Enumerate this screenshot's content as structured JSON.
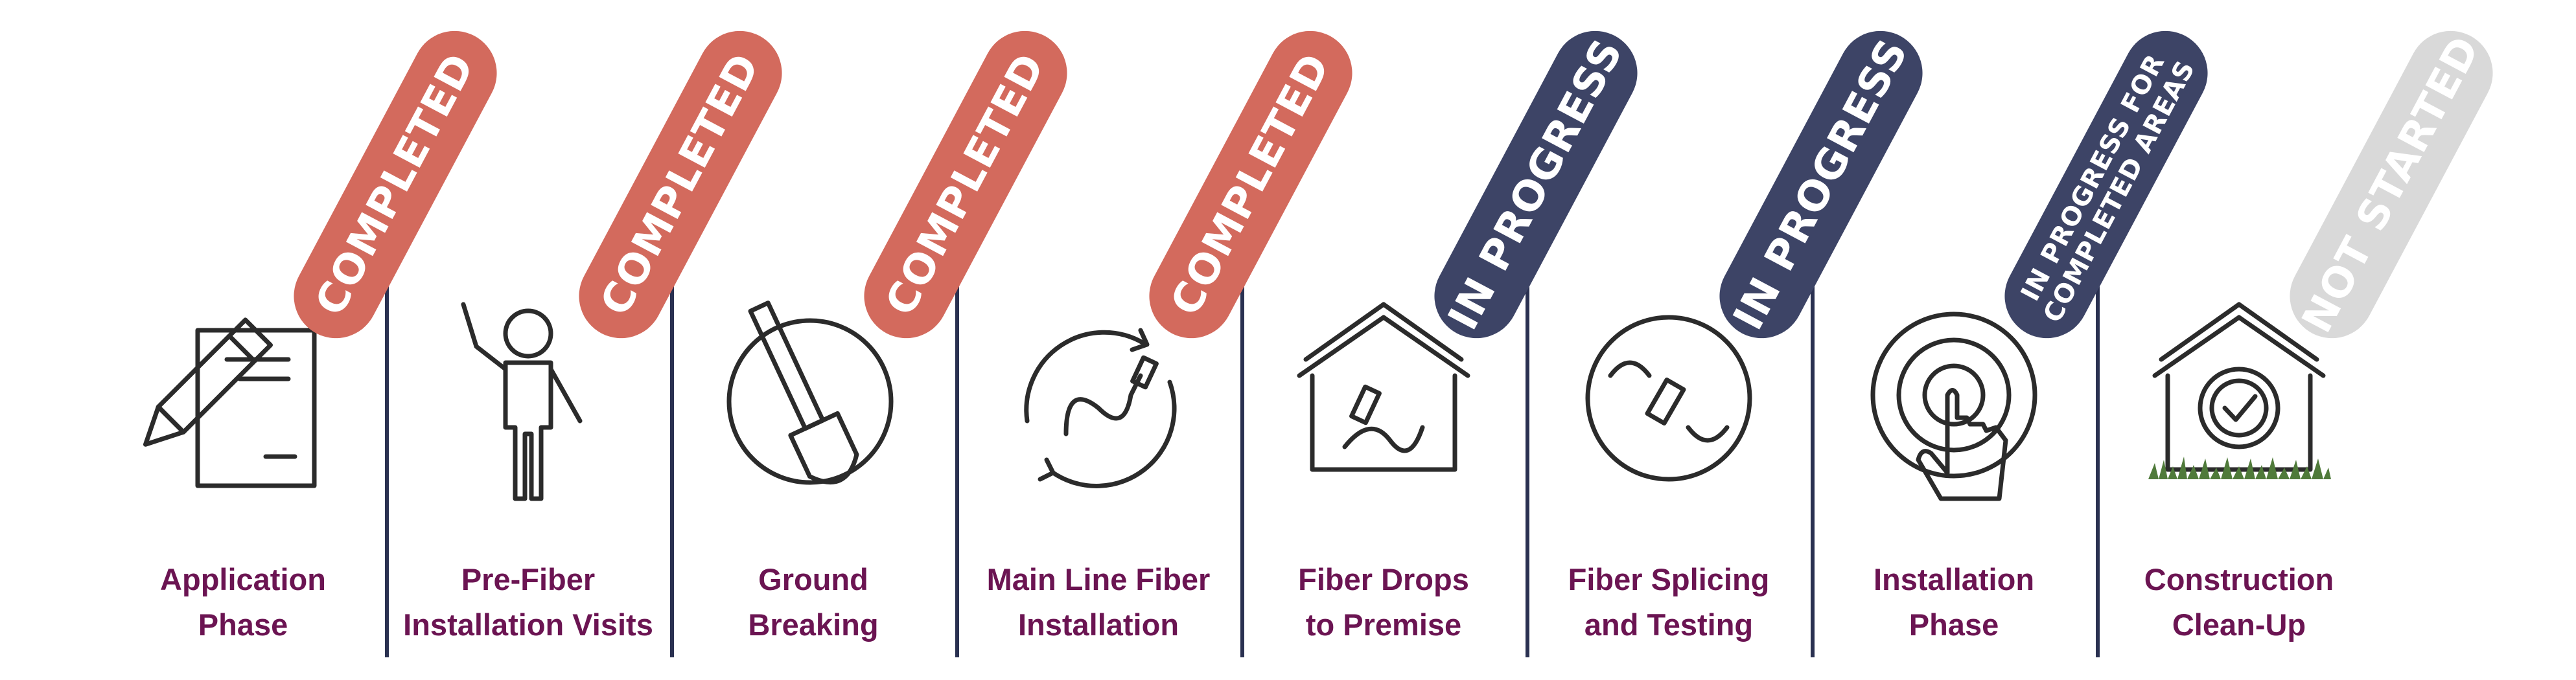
{
  "colors": {
    "completed": "#d36a5d",
    "in_progress": "#3d4466",
    "not_started": "#d9d9d9",
    "label": "#6b1452",
    "divider": "#2a3151"
  },
  "phases": [
    {
      "label_line1": "Application",
      "label_line2": "Phase",
      "status": "COMPLETED",
      "status_line1": "COMPLETED",
      "status_line2": "",
      "status_key": "completed",
      "icon": "document-pencil-icon"
    },
    {
      "label_line1": "Pre-Fiber",
      "label_line2": "Installation Visits",
      "status": "COMPLETED",
      "status_line1": "COMPLETED",
      "status_line2": "",
      "status_key": "completed",
      "icon": "person-waving-icon"
    },
    {
      "label_line1": "Ground",
      "label_line2": "Breaking",
      "status": "COMPLETED",
      "status_line1": "COMPLETED",
      "status_line2": "",
      "status_key": "completed",
      "icon": "shovel-icon"
    },
    {
      "label_line1": "Main Line Fiber",
      "label_line2": "Installation",
      "status": "COMPLETED",
      "status_line1": "COMPLETED",
      "status_line2": "",
      "status_key": "completed",
      "icon": "fiber-cable-cycle-icon"
    },
    {
      "label_line1": "Fiber Drops",
      "label_line2": "to Premise",
      "status": "IN PROGRESS",
      "status_line1": "IN PROGRESS",
      "status_line2": "",
      "status_key": "in_progress",
      "icon": "house-cable-icon"
    },
    {
      "label_line1": "Fiber Splicing",
      "label_line2": "and Testing",
      "status": "IN PROGRESS",
      "status_line1": "IN PROGRESS",
      "status_line2": "",
      "status_key": "in_progress",
      "icon": "cable-splice-icon"
    },
    {
      "label_line1": "Installation",
      "label_line2": "Phase",
      "status": "IN PROGRESS FOR COMPLETED AREAS",
      "status_line1": "IN PROGRESS FOR",
      "status_line2": "COMPLETED AREAS",
      "status_key": "in_progress",
      "icon": "touch-target-icon"
    },
    {
      "label_line1": "Construction",
      "label_line2": "Clean-Up",
      "status": "NOT STARTED",
      "status_line1": "NOT STARTED",
      "status_line2": "",
      "status_key": "not_started",
      "icon": "house-checkmark-grass-icon"
    }
  ]
}
